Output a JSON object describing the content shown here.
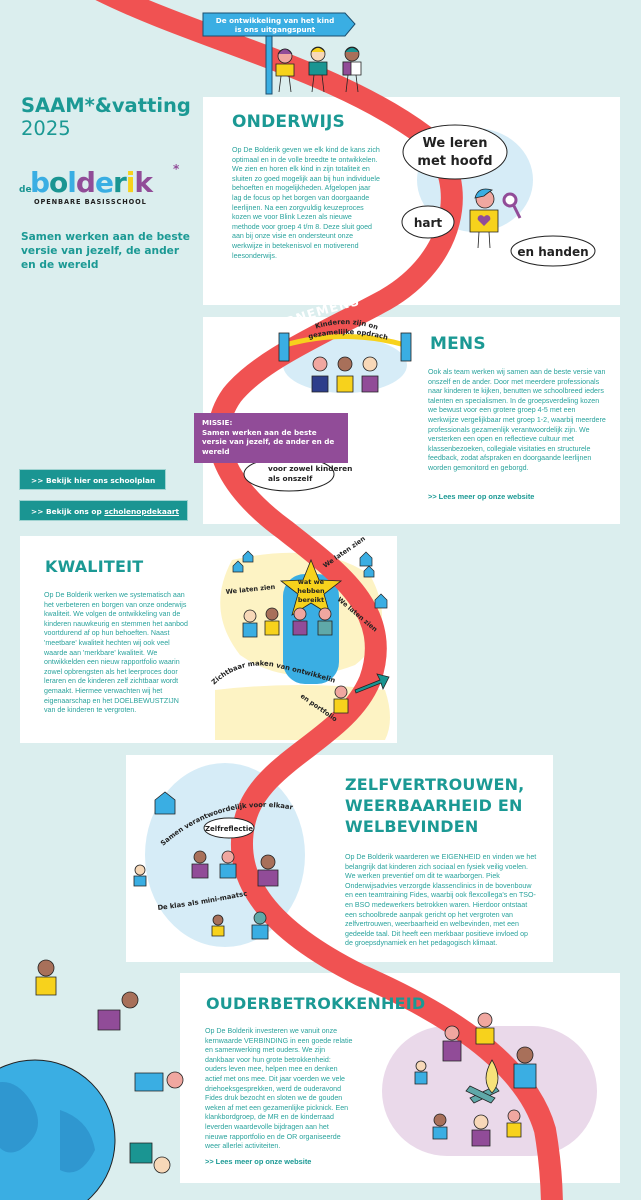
{
  "header": {
    "title": "SAAM*&vatting",
    "year": "2025",
    "logo": {
      "prefix": "de",
      "name": "bolderik",
      "asterisk": "*",
      "subtitle": "OPENBARE BASISSCHOOL"
    },
    "tagline": "Samen werken aan de beste versie van jezelf, de ander en de wereld",
    "signpost": "De ontwikkeling van het kind is ons uitgangspunt",
    "signpost_lines": [
      "De ontwikkeling van het kind",
      "is ons uitgangspunt"
    ]
  },
  "buttons": {
    "schoolplan": ">> Bekijk hier ons schoolplan",
    "scholenopdekaart_prefix": ">> Bekijk ons op ",
    "scholenopdekaart_link": "scholenopdekaart"
  },
  "road_label": "ONZE VOORNEMENS",
  "colors": {
    "teal": "#1b9994",
    "road": "#f05252",
    "background": "#dbeeee",
    "missie": "#914c98",
    "button": "#1a9592",
    "signpost": "#3aaee3"
  },
  "sections": {
    "onderwijs": {
      "title": "ONDERWIJS",
      "body": "Op De Bolderik geven we elk kind de kans zich optimaal en in de volle breedte te ontwikkelen. We zien en horen elk kind in zijn totaliteit en sluiten zo goed mogelijk aan bij hun individuele behoeften en mogelijkheden. Afgelopen jaar lag de focus op het borgen van doorgaande leerlijnen. Na een zorgvuldig keuzeproces kozen we voor Blink Lezen als nieuwe methode voor groep 4 t/m 8. Deze sluit goed aan bij onze visie en ondersteunt onze werkwijze in betekenisvol en motiverend leesonderwijs.",
      "bubbles": {
        "head_line1": "We leren",
        "head_line2": "met hoofd",
        "heart": "hart",
        "hands": "en handen"
      }
    },
    "mens": {
      "title": "MENS",
      "body": "Ook als team werken wij samen aan de beste versie van onszelf en de ander. Door met meerdere professionals naar kinderen te kijken, benutten we schoolbreed ieders talenten en specialismen. In de groepsverdeling kozen we bewust voor een grotere groep 4-5 met een werkwijze vergelijkbaar met groep 1-2, waarbij meerdere professionals gezamenlijk verantwoordelijk zijn. We versterken een open en reflectieve cultuur met klassenbezoeken, collegiale visitaties en structurele feedback, zodat afspraken en doorgaande leerlijnen worden gemonitord en geborgd.",
      "link": ">> Lees meer op onze website",
      "banner_line1": "Kinderen zijn onze",
      "banner_line2": "gezamelijke opdracht",
      "missie_label": "MISSIE:",
      "missie_text": "Samen werken aan de beste versie van jezelf, de ander en de wereld",
      "speech": "voor zowel kinderen als onszelf",
      "speech_line1": "voor zowel kinderen",
      "speech_line2": "als onszelf"
    },
    "kwaliteit": {
      "title": "KWALITEIT",
      "body": "Op De Bolderik werken we systematisch aan het verbeteren en borgen van onze onderwijs  kwaliteit. We volgen de ontwikkeling van de kinderen nauwkeurig en stemmen het aanbod voortdurend af op hun behoeften. Naast 'meetbare' kwaliteit hechten wij ook veel waarde aan 'merkbare' kwaliteit. We ontwikkelden een nieuw rapportfolio waarin zowel opbrengsten als het leerproces door leraren en de kinderen zelf zichtbaar wordt gemaakt. Hiermee verwachten wij het eigenaarschap en het DOELBEWUSTZIJN van de kinderen te vergroten.",
      "star_line1": "wat we",
      "star_line2": "hebben",
      "star_line3": "bereikt",
      "we_laten_zien": "We laten zien",
      "curve_text": "Zichtbaar maken van ontwikkeling",
      "portfolio_text": "en portfolio"
    },
    "zelfvertrouwen": {
      "title_line1": "ZELFVERTROUWEN,",
      "title_line2": "WEERBAARHEID EN",
      "title_line3": "WELBEVINDEN",
      "body": "Op De Bolderik waarderen we EIGENHEID en vinden we het belangrijk dat kinderen zich sociaal en fysiek veilig voelen. We werken preventief om dit te waarborgen. Piek Onderwijsadvies verzorgde klassenclinics in de bovenbouw en een teamtraining Fides, waarbij ook flexcollega's en TSO- en BSO  medewerkers betrokken waren. Hierdoor ontstaat een schoolbrede aanpak gericht op het vergroten van zelfvertrouwen, weerbaarheid en welbevinden, met een gedeelde taal. Dit heeft een merkbaar positieve invloed op de groepsdynamiek en het pedagogisch klimaat.",
      "arc_top": "Samen verantwoordelijk voor elkaar",
      "bubble": "Zelfreflectie",
      "arc_bottom": "De klas als mini-maatschappij"
    },
    "ouderbetrokkenheid": {
      "title": "OUDERBETROKKENHEID",
      "body": "Op De Bolderik investeren we vanuit onze kernwaarde VERBINDING in een goede relatie en samenwerking met ouders. We zijn dankbaar voor hun grote betrokkenheid: ouders leven mee, helpen mee en denken actief met ons mee. Dit jaar voerden we vele driehoeksgesprekken, werd de ouderavond Fides druk bezocht en sloten we de gouden weken af met een gezamenlijke picknick. Een klankbordgroep, de MR en de kinderraad leverden waardevolle bijdragen aan het nieuwe rapportfolio en de OR organiseerde weer allerlei activiteiten.",
      "link": ">> Lees meer op onze website"
    }
  }
}
